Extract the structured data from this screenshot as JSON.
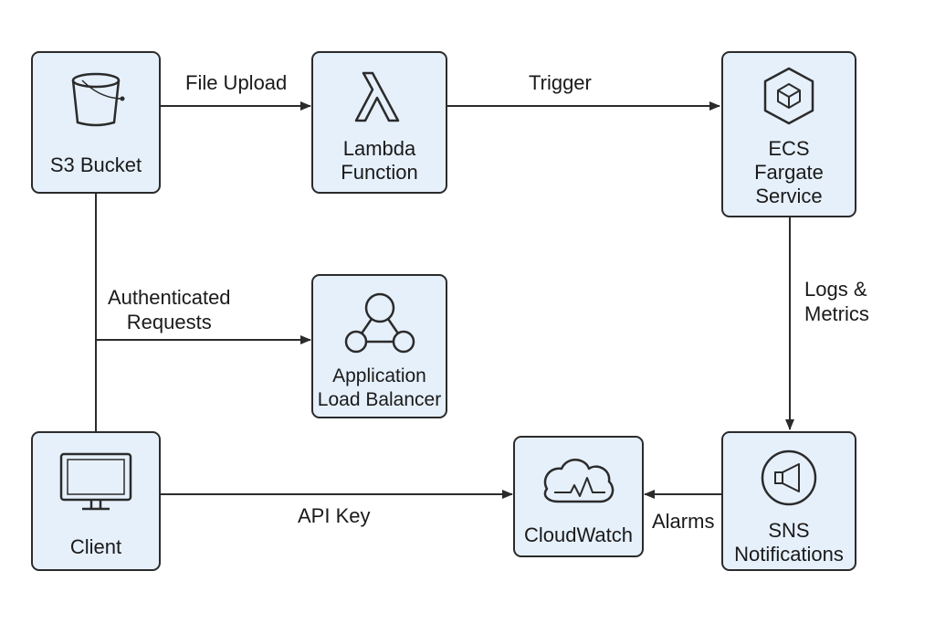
{
  "nodes": {
    "s3": {
      "label": "S3 Bucket",
      "icon": "bucket-icon"
    },
    "lambda": {
      "label": "Lambda\nFunction",
      "icon": "lambda-icon"
    },
    "ecs": {
      "label": "ECS\nFargate\nService",
      "icon": "cube-hexagon-icon"
    },
    "alb": {
      "label": "Application\nLoad Balancer",
      "icon": "network-nodes-icon"
    },
    "client": {
      "label": "Client",
      "icon": "monitor-icon"
    },
    "cloudwatch": {
      "label": "CloudWatch",
      "icon": "cloud-metrics-icon"
    },
    "sns": {
      "label": "SNS\nNotifications",
      "icon": "megaphone-icon"
    }
  },
  "edges": {
    "file_upload": "File Upload",
    "trigger": "Trigger",
    "logs_metrics": "Logs &\nMetrics",
    "authenticated_requests": "Authenticated\nRequests",
    "api_key": "API Key",
    "alarms": "Alarms"
  },
  "colors": {
    "node_fill": "#e6f0fb",
    "stroke": "#2b2b2b"
  }
}
